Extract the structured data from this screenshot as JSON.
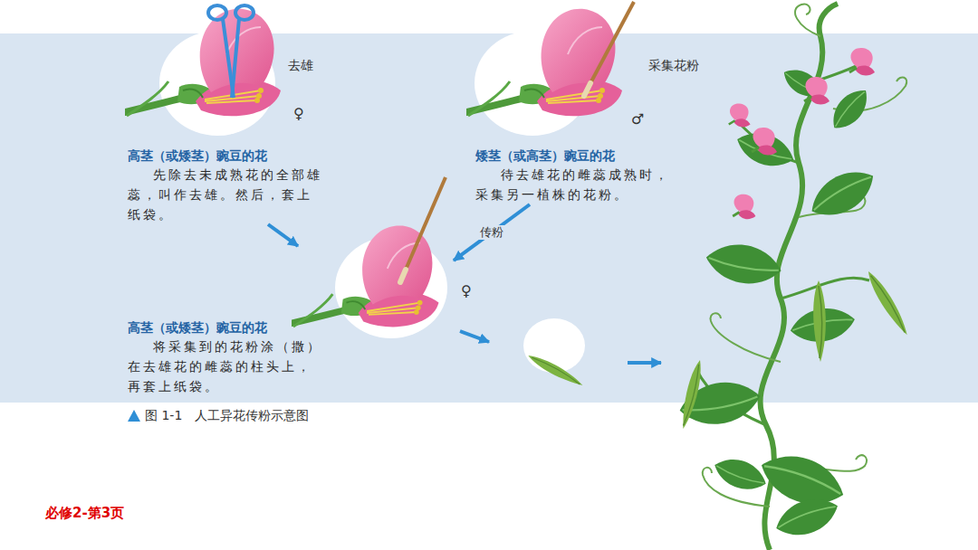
{
  "diagram": {
    "caption": "图 1-1　人工异花传粉示意图",
    "nodes": [
      {
        "text": [
          "高茎（或矮茎）豌豆的花",
          "先除去未成熟花的全部雄蕊，叫作去雄。然后，套上纸袋。"
        ]
      },
      {
        "text": [
          "矮茎（或高茎）豌豆的花",
          "待去雄花的雌蕊成熟时，采集另一植株的花粉。"
        ]
      },
      {
        "text": [
          "高茎（或矮茎）豌豆的花",
          "将采集到的花粉涂（撒）在去雄花的雌蕊的柱头上，再套上纸袋。"
        ]
      }
    ],
    "edges": [
      {
        "from": 0,
        "to": 2,
        "arrow": "to"
      },
      {
        "from": 1,
        "to": 2,
        "arrow": "to",
        "label": "传粉"
      }
    ],
    "labels": [
      "去雄",
      "♀",
      "采集花粉",
      "♂",
      "♀",
      "必修2-第3页"
    ]
  }
}
